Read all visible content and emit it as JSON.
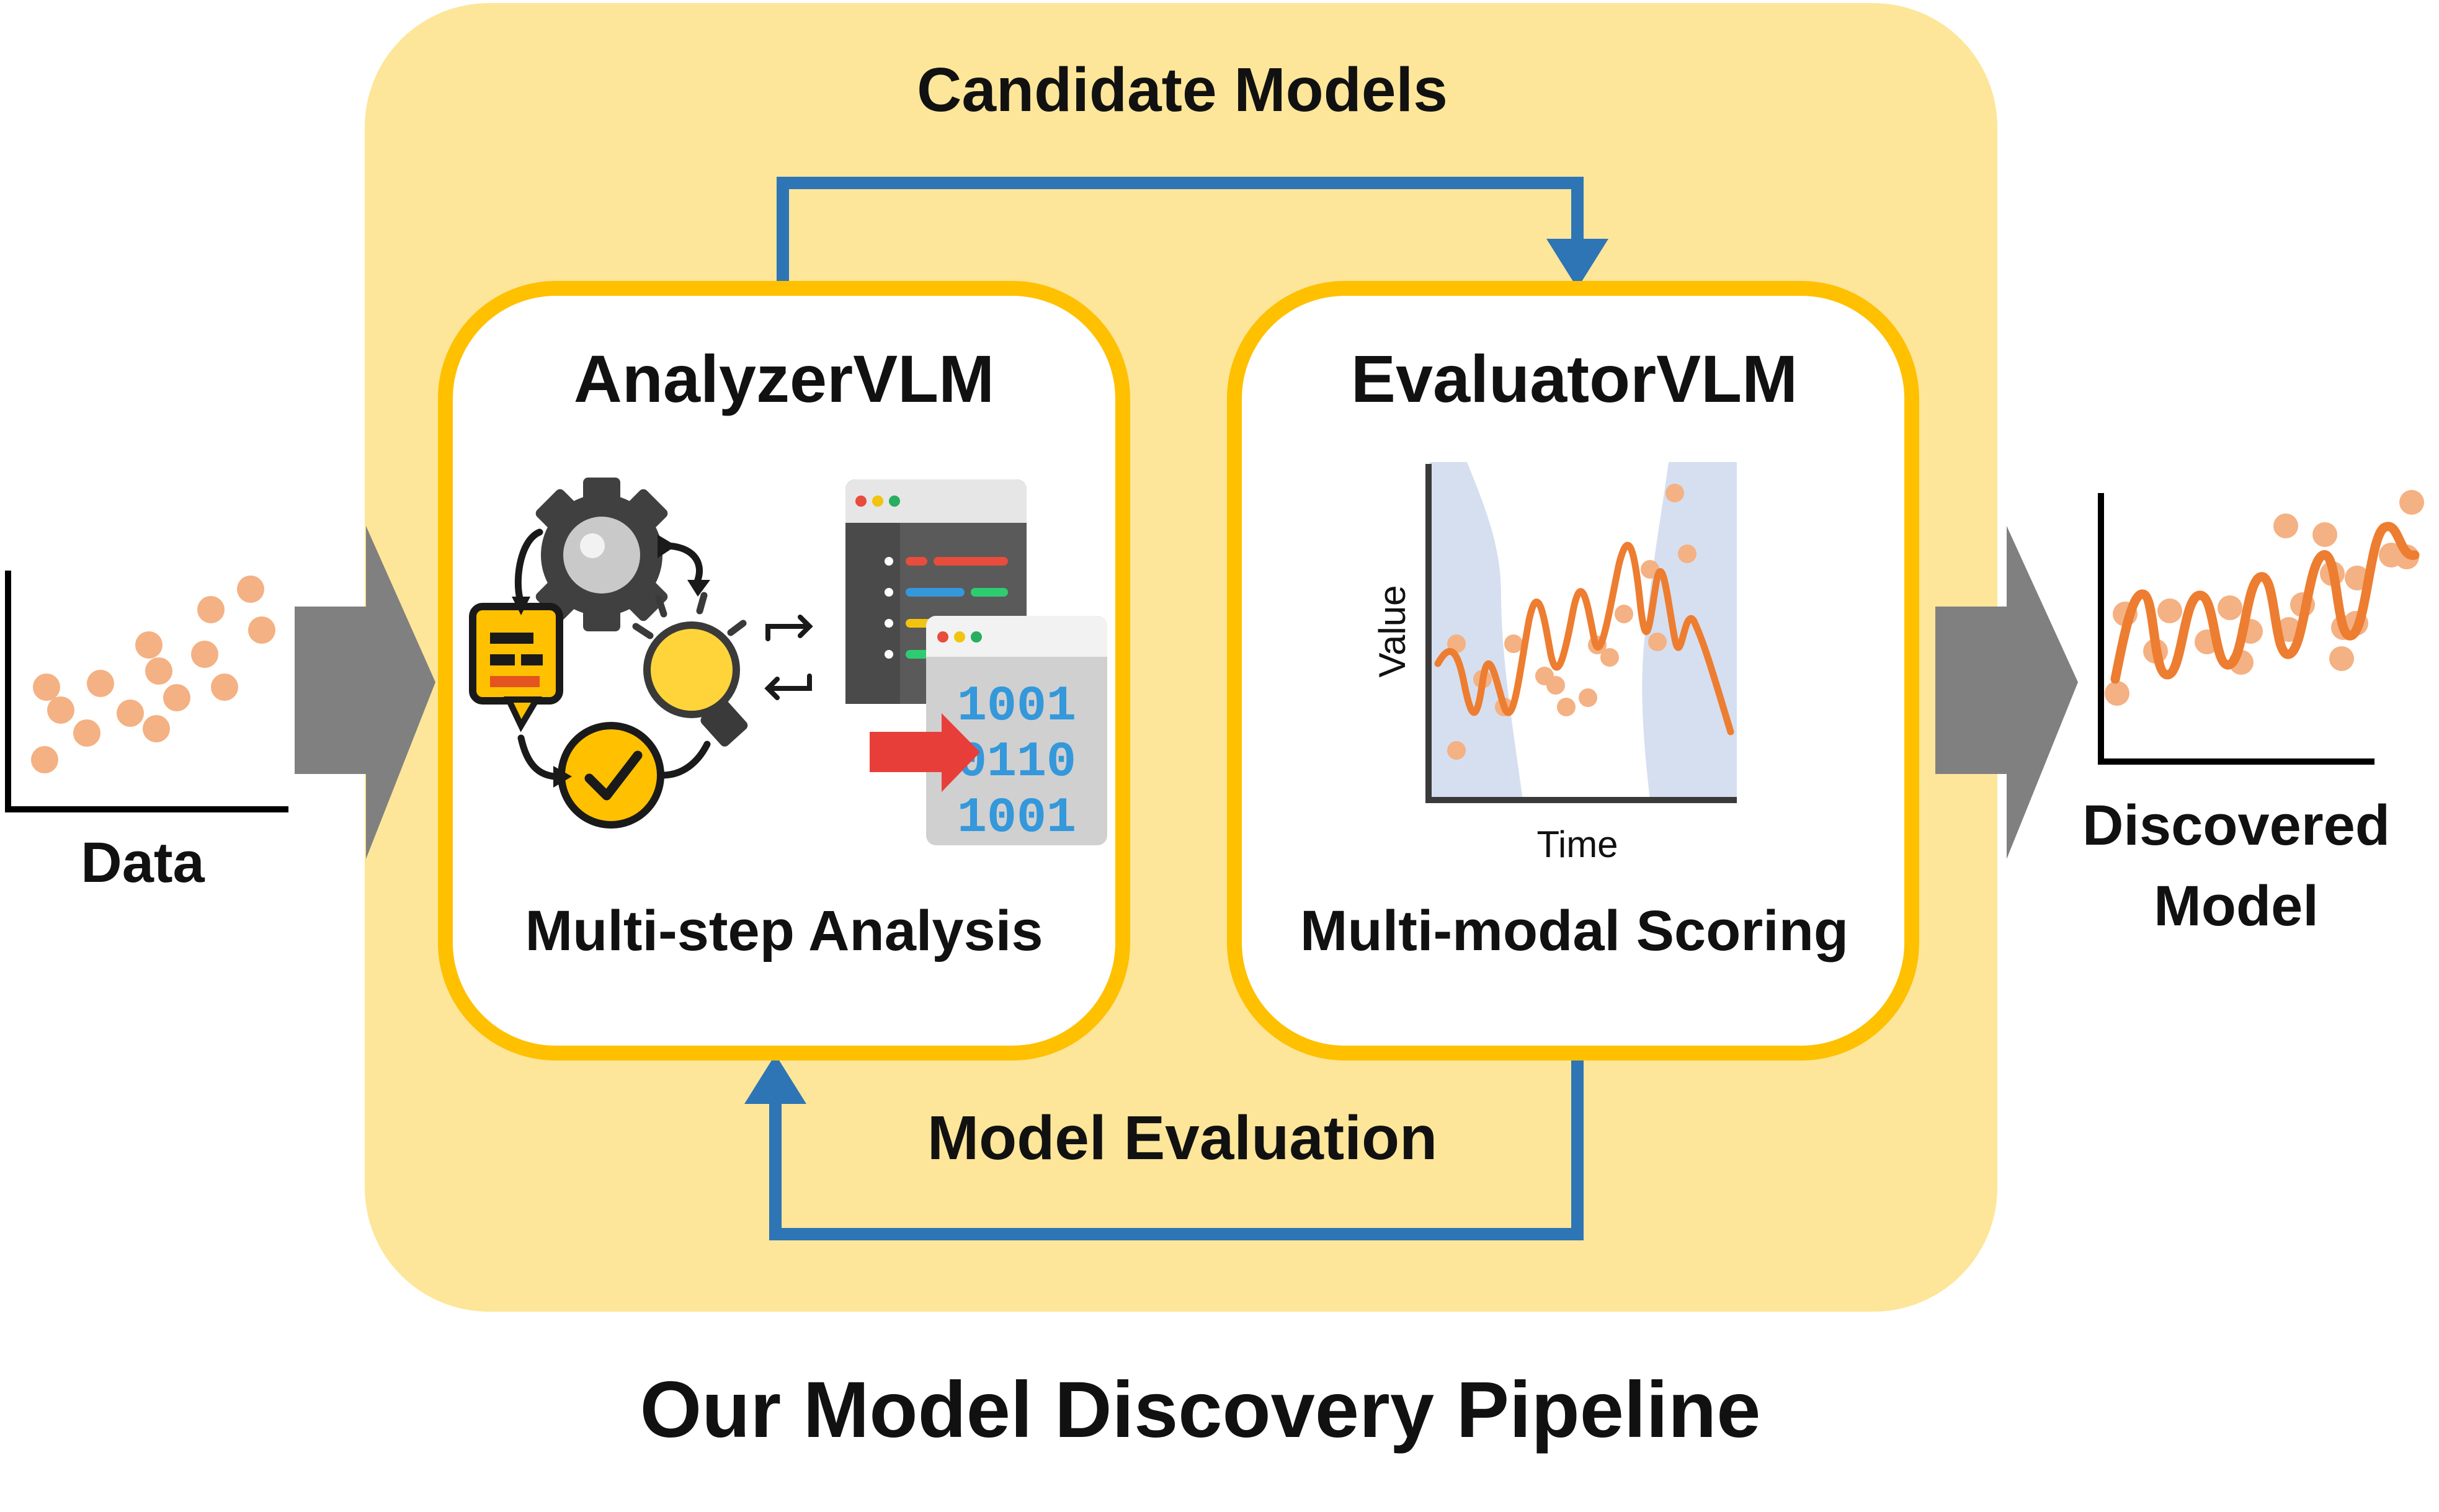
{
  "pipeline": {
    "title": "Our Model Discovery Pipeline",
    "top_flow_label": "Candidate Models",
    "bottom_flow_label": "Model Evaluation",
    "colors": {
      "panel": "#fde699",
      "box_border": "#ffc000",
      "flow_arrow": "#2e75b6",
      "io_arrow": "#808080",
      "data_points": "#f4b183",
      "fit_line": "#ed7d31",
      "band": "#d5dff0"
    }
  },
  "input": {
    "label": "Data",
    "icon": "scatter-plot-icon"
  },
  "output": {
    "label_line1": "Discovered",
    "label_line2": "Model",
    "icon": "fitted-curve-plot-icon"
  },
  "analyzer": {
    "title": "AnalyzerVLM",
    "caption": "Multi-step Analysis",
    "icons": [
      "gear-icon",
      "lightbulb-icon",
      "checkmark-icon",
      "chat-bubble-icon",
      "code-window-icon",
      "binary-window-icon",
      "red-arrow-icon",
      "refresh-icon"
    ]
  },
  "evaluator": {
    "title": "EvaluatorVLM",
    "caption": "Multi-modal Scoring",
    "plot_xlabel": "Time",
    "plot_ylabel": "Value"
  }
}
